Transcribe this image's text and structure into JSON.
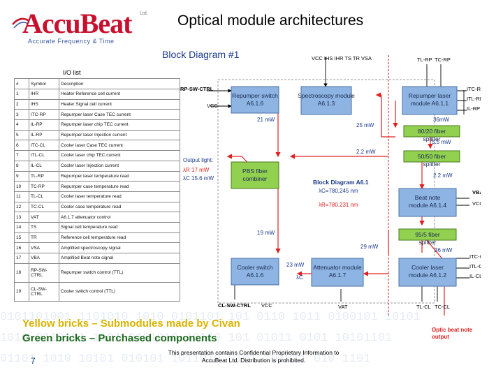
{
  "logo": {
    "brand": "AccuBeat",
    "ltd": "Ltd.",
    "tagline": "Accurate Frequency & Time"
  },
  "title": "Optical module architectures",
  "block_diagram_title": "Block Diagram #1",
  "io_list": {
    "title": "I/O list",
    "headers": [
      "#",
      "Symbol",
      "Description"
    ],
    "rows": [
      [
        "1",
        "IHR",
        "Heater Reference cell current"
      ],
      [
        "2",
        "IHS",
        "Heater Signal cell current"
      ],
      [
        "3",
        "ITC-RP",
        "Repumper laser Case TEC current"
      ],
      [
        "4",
        "IL-RP",
        "Repumper laser chip TEC current"
      ],
      [
        "5",
        "IL-RP",
        "Repumper laser Injection current"
      ],
      [
        "6",
        "ITC-CL",
        "Cooler laser Case TEC current"
      ],
      [
        "7",
        "ITL-CL",
        "Cooler laser chip TEC current"
      ],
      [
        "8",
        "IL-CL",
        "Cooler laser Injection current"
      ],
      [
        "9",
        "TL-RP",
        "Repumper laser temperature read"
      ],
      [
        "10",
        "TC-RP",
        "Repumper case temperature read"
      ],
      [
        "11",
        "TL-CL",
        "Cooler laser temperature read"
      ],
      [
        "12",
        "TC-CL",
        "Cooler case temperature read"
      ],
      [
        "13",
        "VAT",
        "A6.1.7 attenuator control"
      ],
      [
        "14",
        "TS",
        "Signal cell temperature read"
      ],
      [
        "15",
        "TR",
        "Reference cell temperature read"
      ],
      [
        "16",
        "VSA",
        "Amplified spectroscopy signal"
      ],
      [
        "17",
        "VBA",
        "Amplified Beat note signal"
      ],
      [
        "18",
        "RP-SW-CTRL",
        "Repumper switch control (TTL)"
      ],
      [
        "19",
        "CL-SW-CTRL",
        "Cooler switch control (TTL)"
      ]
    ]
  },
  "diagram": {
    "blocks": {
      "repumper_switch": "Repumper switch A6.1.6",
      "spectroscopy": "Spectroscopy module A6.1.3",
      "repumper_laser": "Repumper laser module A6.1.1",
      "splitter_80_20": "80/20 fiber splitter",
      "splitter_50_50": "50/50 fiber splitter",
      "pbs": "PBS fiber combiner",
      "beat_note": "Beat note module A6.1.4",
      "splitter_95_5": "95/5 fiber splitter",
      "cooler_switch": "Cooler switch A6.1.6",
      "attenuator": "Attenuator module A6.1.7",
      "cooler_laser": "Cooler laser module A6.1.2"
    },
    "labels": {
      "rp_sw_ctrl": "RP-SW-CTRL",
      "cl_sw_ctrl": "CL-SW-CTRL",
      "vcc": "VCC",
      "top_signals": "VCC IHS IHR TS TR VSA",
      "tl_rp": "TL-RP",
      "tc_rp": "TC-RP",
      "itc_rp": "ITC-RP",
      "itl_rp": "ITL-RP",
      "il_rp": "IL-RP",
      "vba": "VBA",
      "itc_cl": "ITC-CL",
      "itl_cl": "ITL-CL",
      "il_cl": "IL-CL",
      "tl_cl": "TL-CL",
      "tc_cl": "TC-CL",
      "vat": "VAT",
      "output_light": "Output light:",
      "lambda_r": "λR 17 mW",
      "lambda_c": "λC 15.6 mW",
      "block_diagram": "Block Diagram A6.1",
      "lc_freq": "λC=780.245 nm",
      "lr_freq": "λR=780.231 nm",
      "p21": "21 mW",
      "p25": "25 mW",
      "p36": "36mW",
      "p5_5": "5.5 mW",
      "p2_2a": "2.2 mW",
      "p2_2b": "2.2 mW",
      "p19": "19 mW",
      "p29": "29 mW",
      "p36b": "36 mW",
      "p23": "23 mW",
      "lambda_c_small": "λC",
      "optic_beat": "Optic beat note output"
    }
  },
  "legend": {
    "yellow": "Yellow bricks – Submodules made by Civan",
    "green": "Green bricks – Purchased components"
  },
  "footer": {
    "page": "7",
    "confidential": "This presentation contains Confidential Proprietary Information to AccuBeat Ltd. Distribution is prohibited."
  },
  "colors": {
    "block_blue": "#8db4e2",
    "block_green": "#92d050",
    "arrow_red": "#e02020",
    "title_blue": "#1a3a8c"
  }
}
